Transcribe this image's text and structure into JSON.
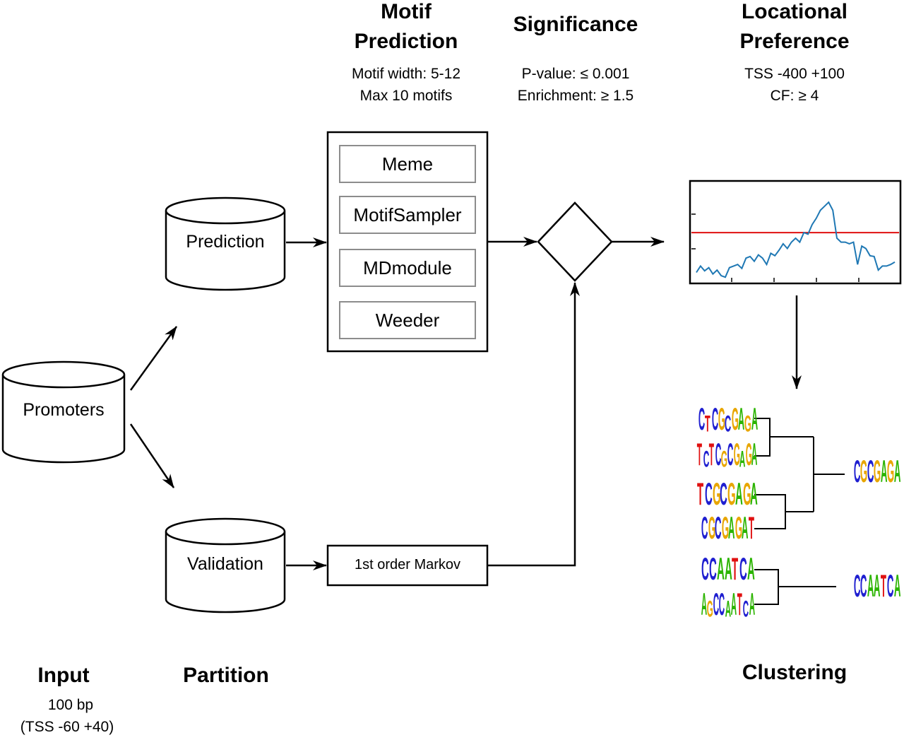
{
  "stages": {
    "input": {
      "title": "Input",
      "details": [
        "100 bp",
        "(TSS -60 +40)"
      ]
    },
    "partition": {
      "title": "Partition"
    },
    "motif_prediction": {
      "title_lines": [
        "Motif",
        "Prediction"
      ],
      "details": [
        "Motif width: 5-12",
        "Max 10 motifs"
      ]
    },
    "significance": {
      "title": "Significance",
      "details": [
        "P-value: ≤ 0.001",
        "Enrichment: ≥ 1.5"
      ]
    },
    "locational_preference": {
      "title_lines": [
        "Locational",
        "Preference"
      ],
      "details": [
        "TSS -400 +100",
        "CF: ≥ 4"
      ]
    },
    "clustering": {
      "title": "Clustering"
    }
  },
  "nodes": {
    "promoters": "Promoters",
    "prediction": "Prediction",
    "validation": "Validation",
    "markov": "1st order Markov"
  },
  "tools": [
    "Meme",
    "MotifSampler",
    "MDmodule",
    "Weeder"
  ],
  "motifs": {
    "group1": [
      "CTCGCGAGA",
      "TCTCGCGAGA",
      "TCGCGAGA",
      "CGCGAGAT"
    ],
    "group1_consensus": "CGCGAGA",
    "group2": [
      "CCAATCA",
      "AGCCAATCA"
    ],
    "group2_consensus": "CCAATCA"
  },
  "colors": {
    "A": "#2bb400",
    "C": "#1f1fd0",
    "G": "#e8a600",
    "T": "#e01010",
    "profile_line": "#1f78b4",
    "threshold_line": "#e01010"
  },
  "chart_data": {
    "type": "line",
    "series": [
      {
        "values": [
          0.12,
          0.2,
          0.14,
          0.18,
          0.1,
          0.15,
          0.08,
          0.06,
          0.18,
          0.2,
          0.22,
          0.17,
          0.3,
          0.32,
          0.26,
          0.34,
          0.3,
          0.22,
          0.36,
          0.33,
          0.4,
          0.48,
          0.42,
          0.5,
          0.55,
          0.5,
          0.62,
          0.6,
          0.72,
          0.8,
          0.9,
          0.95,
          1.0,
          0.9,
          0.55,
          0.5,
          0.5,
          0.48,
          0.5,
          0.22,
          0.45,
          0.42,
          0.33,
          0.32,
          0.15,
          0.2,
          0.2,
          0.22,
          0.25
        ]
      }
    ],
    "threshold": 0.62,
    "ylim": [
      0,
      1.25
    ],
    "grid": false
  }
}
